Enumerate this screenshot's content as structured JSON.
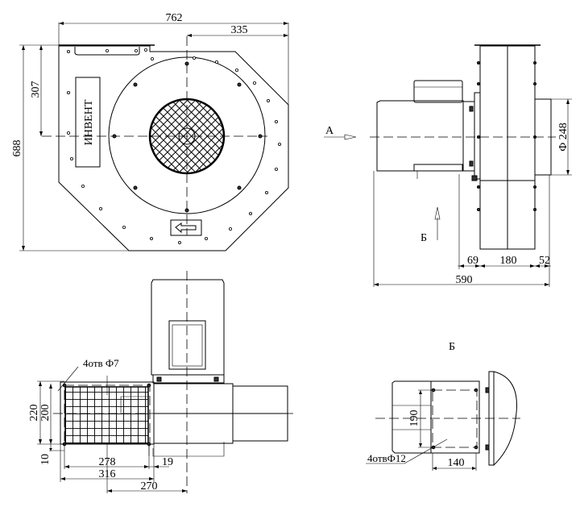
{
  "drawing": {
    "front_view": {
      "brand_plate": "ИНВЕНТ",
      "dimensions": {
        "width_total": "762",
        "center_offset": "335",
        "height_total": "688",
        "center_height": "307"
      }
    },
    "side_view": {
      "view_arrow_a": "А",
      "view_arrow_b": "Б",
      "dimensions": {
        "outlet_diameter": "Ф 248",
        "d69": "69",
        "d180": "180",
        "d52": "52",
        "length_total": "590"
      }
    },
    "top_view": {
      "hole_note": "4отв Ф7",
      "dimensions": {
        "h220": "220",
        "h200": "200",
        "h10": "10",
        "w278": "278",
        "w19": "19",
        "w316": "316",
        "w270": "270"
      }
    },
    "view_b": {
      "title": "Б",
      "hole_note": "4отвФ12",
      "dimensions": {
        "h190": "190",
        "w140": "140"
      }
    }
  }
}
